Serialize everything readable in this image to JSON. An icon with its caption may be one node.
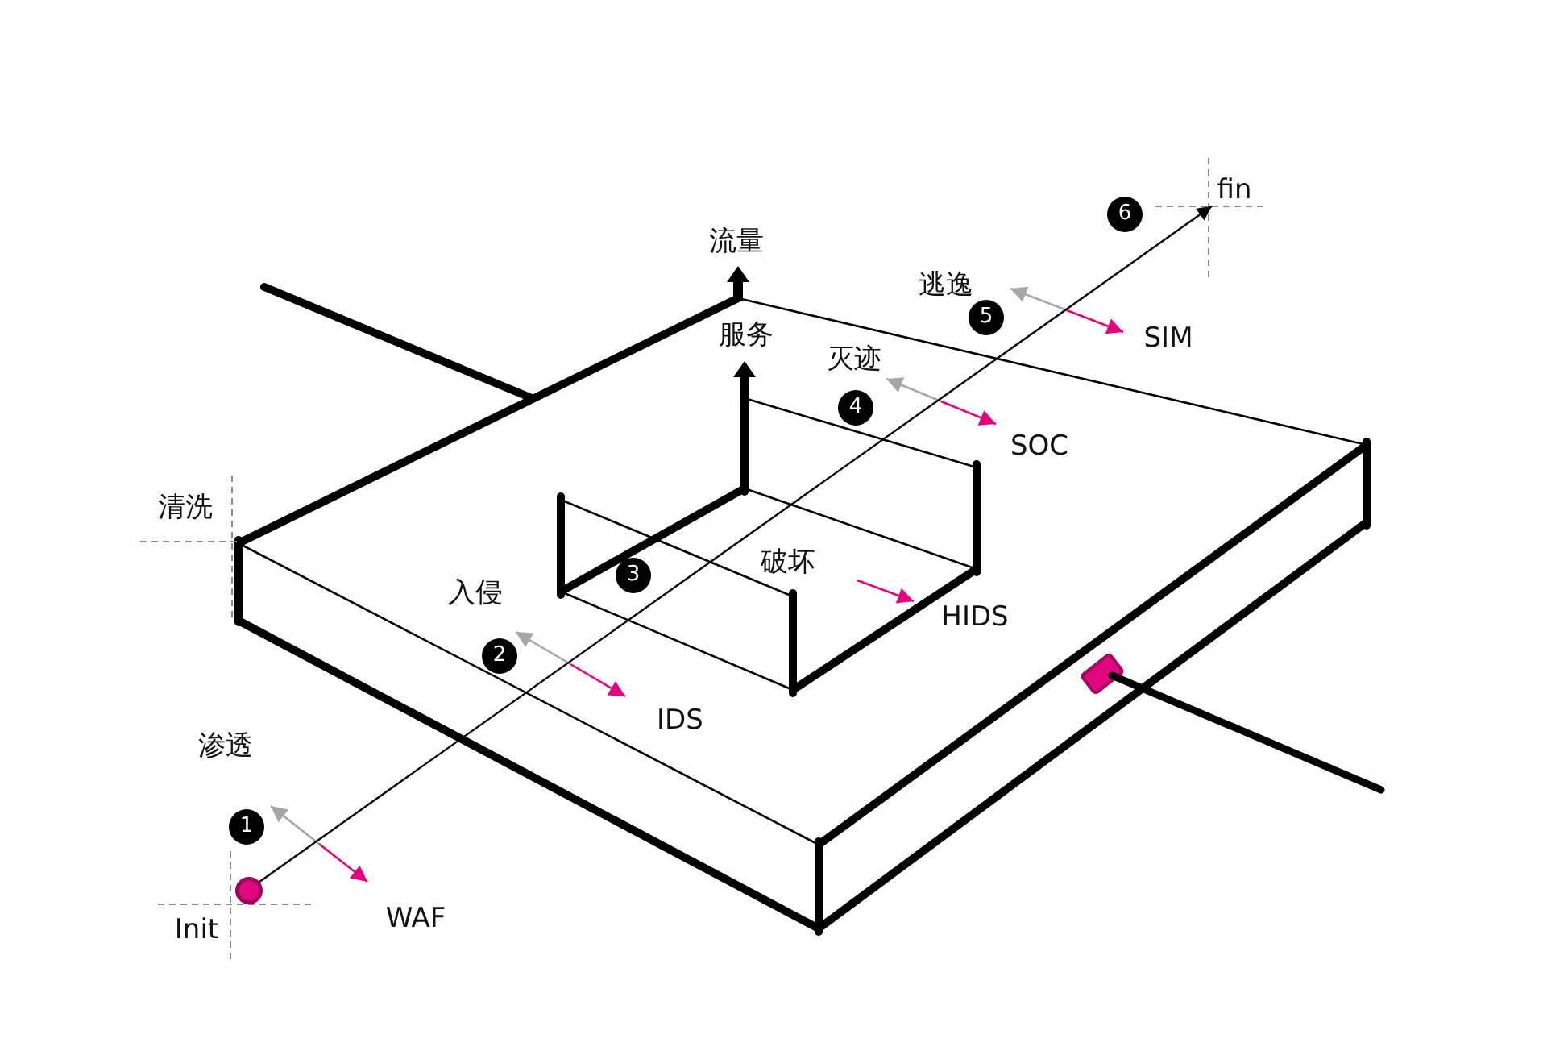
{
  "diagram": {
    "nodes": [
      {
        "text": [],
        "shape": "circle",
        "beside": [
          "Init"
        ]
      },
      {
        "text": [
          "fin"
        ]
      }
    ],
    "edges": [
      {
        "from": 0,
        "to": 1,
        "arrow": "to"
      }
    ],
    "labels": [
      "6",
      "流量",
      "逃逸",
      "5",
      "服务",
      "SIM",
      "灭迹",
      "4",
      "SOC",
      "清洗",
      "破坏",
      "3",
      "入侵",
      "HIDS",
      "2",
      "IDS",
      "渗透",
      "1",
      "WAF"
    ]
  }
}
